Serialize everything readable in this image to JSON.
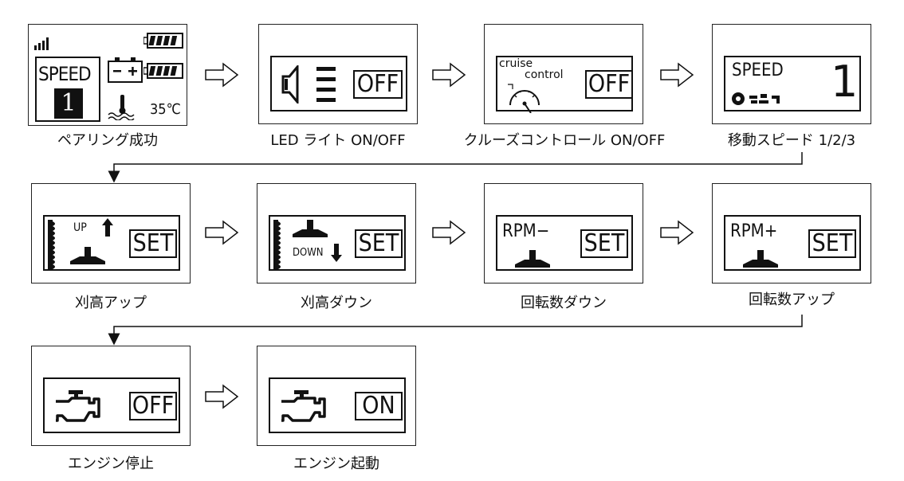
{
  "captions": {
    "p1": "ペアリング成功",
    "p2": "LED ライト ON/OFF",
    "p3": "クルーズコントロール ON/OFF",
    "p4": "移動スピード 1/2/3",
    "p5": "刈高アップ",
    "p6": "刈高ダウン",
    "p7": "回転数ダウン",
    "p8": "回転数アップ",
    "p9": "エンジン停止",
    "p10": "エンジン起動"
  },
  "screens": {
    "pairing": {
      "speed_label": "SPEED",
      "speed_value": "1",
      "temperature": "35℃"
    },
    "led": {
      "state": "OFF"
    },
    "cruise": {
      "line1": "cruise",
      "line2": "control",
      "state": "OFF"
    },
    "move_speed": {
      "label": "SPEED",
      "value": "1"
    },
    "cut_up": {
      "label": "UP",
      "button": "SET"
    },
    "cut_down": {
      "label": "DOWN",
      "button": "SET"
    },
    "rpm_down": {
      "label": "RPM−",
      "button": "SET"
    },
    "rpm_up": {
      "label": "RPM+",
      "button": "SET"
    },
    "engine_stop": {
      "state": "OFF"
    },
    "engine_start": {
      "state": "ON"
    }
  }
}
